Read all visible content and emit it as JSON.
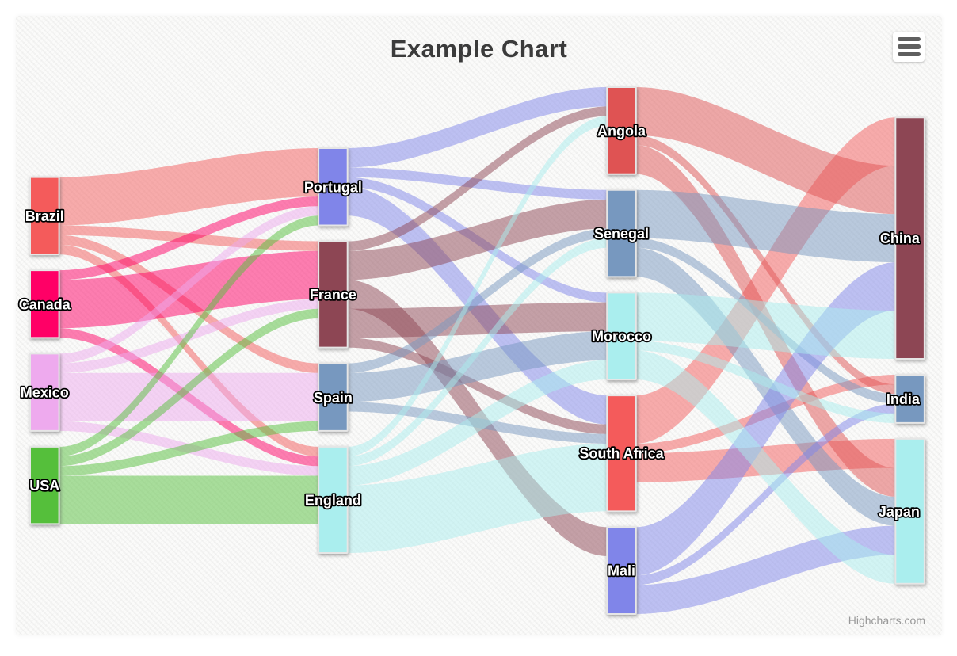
{
  "credits": {
    "label": "Highcharts.com"
  },
  "menu": {
    "icon": "hamburger-icon"
  },
  "chart_data": {
    "type": "sankey",
    "title": "Example Chart",
    "legend": "off",
    "grid": "off",
    "columns": [
      [
        "Brazil",
        "Canada",
        "Mexico",
        "USA"
      ],
      [
        "Portugal",
        "France",
        "Spain",
        "England"
      ],
      [
        "Angola",
        "Senegal",
        "Morocco",
        "South Africa",
        "Mali"
      ],
      [
        "China",
        "India",
        "Japan"
      ]
    ],
    "node_colors": {
      "Brazil": "#f45b5b",
      "Canada": "#ff0066",
      "Mexico": "#eeaaee",
      "USA": "#55bf3b",
      "Portugal": "#8085e9",
      "France": "#8d4654",
      "Spain": "#7798bf",
      "England": "#aaeeee",
      "Angola": "#df5353",
      "Senegal": "#7798bf",
      "Morocco": "#aaeeee",
      "South Africa": "#f45b5b",
      "Mali": "#8085e9",
      "China": "#8d4654",
      "India": "#7798bf",
      "Japan": "#aaeeee"
    },
    "links": [
      [
        "Brazil",
        "Portugal",
        5
      ],
      [
        "Brazil",
        "France",
        1
      ],
      [
        "Brazil",
        "Spain",
        1
      ],
      [
        "Brazil",
        "England",
        1
      ],
      [
        "Canada",
        "Portugal",
        1
      ],
      [
        "Canada",
        "France",
        5
      ],
      [
        "Canada",
        "England",
        1
      ],
      [
        "Mexico",
        "Portugal",
        1
      ],
      [
        "Mexico",
        "France",
        1
      ],
      [
        "Mexico",
        "Spain",
        5
      ],
      [
        "Mexico",
        "England",
        1
      ],
      [
        "USA",
        "Portugal",
        1
      ],
      [
        "USA",
        "France",
        1
      ],
      [
        "USA",
        "Spain",
        1
      ],
      [
        "USA",
        "England",
        5
      ],
      [
        "Portugal",
        "Angola",
        2
      ],
      [
        "Portugal",
        "Senegal",
        1
      ],
      [
        "Portugal",
        "Morocco",
        1
      ],
      [
        "Portugal",
        "South Africa",
        3
      ],
      [
        "France",
        "Angola",
        1
      ],
      [
        "France",
        "Senegal",
        3
      ],
      [
        "France",
        "Mali",
        3
      ],
      [
        "France",
        "Morocco",
        3
      ],
      [
        "France",
        "South Africa",
        1
      ],
      [
        "Spain",
        "Senegal",
        1
      ],
      [
        "Spain",
        "Morocco",
        3
      ],
      [
        "Spain",
        "South Africa",
        1
      ],
      [
        "England",
        "Angola",
        1
      ],
      [
        "England",
        "Senegal",
        1
      ],
      [
        "England",
        "Morocco",
        2
      ],
      [
        "England",
        "South Africa",
        7
      ],
      [
        "South Africa",
        "China",
        5
      ],
      [
        "South Africa",
        "India",
        1
      ],
      [
        "South Africa",
        "Japan",
        3
      ],
      [
        "Angola",
        "China",
        5
      ],
      [
        "Angola",
        "India",
        1
      ],
      [
        "Angola",
        "Japan",
        3
      ],
      [
        "Senegal",
        "China",
        5
      ],
      [
        "Senegal",
        "India",
        1
      ],
      [
        "Senegal",
        "Japan",
        3
      ],
      [
        "Mali",
        "China",
        5
      ],
      [
        "Mali",
        "India",
        1
      ],
      [
        "Mali",
        "Japan",
        3
      ],
      [
        "Morocco",
        "China",
        5
      ],
      [
        "Morocco",
        "India",
        1
      ],
      [
        "Morocco",
        "Japan",
        3
      ]
    ],
    "link_opacity": 0.5,
    "title_color": "#3b3b3b",
    "label_color": "#ffffff"
  }
}
